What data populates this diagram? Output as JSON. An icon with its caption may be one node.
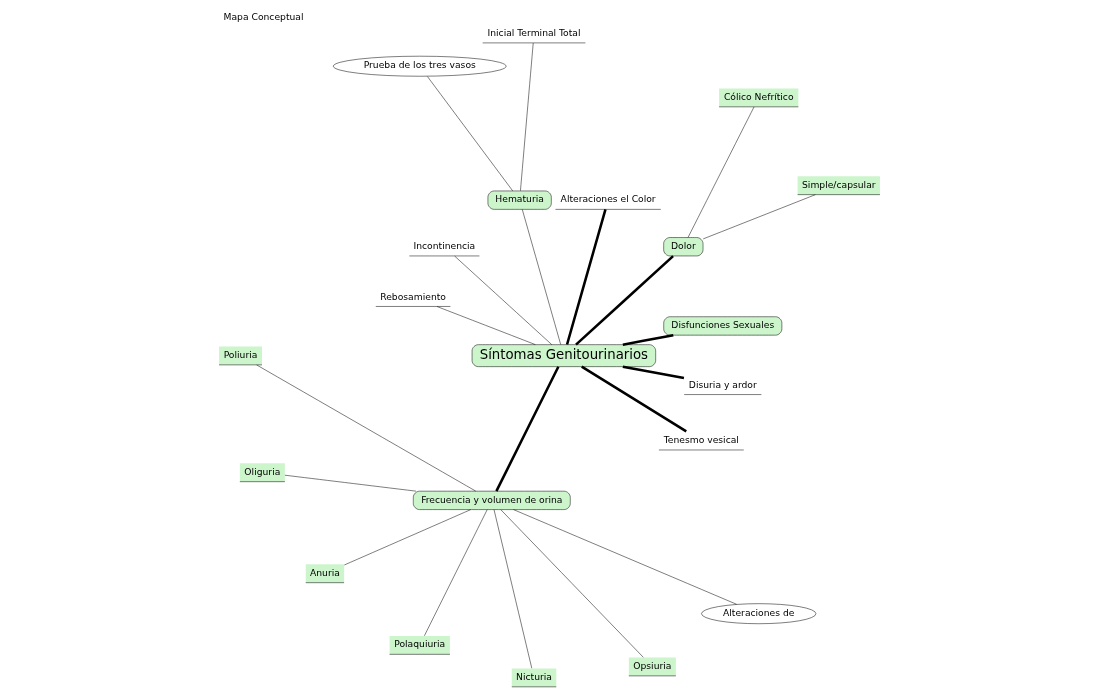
{
  "diagram": {
    "title": "Mapa Conceptual",
    "nodes": [
      {
        "text": [
          "Síntomas Genitourinarios"
        ]
      },
      {
        "text": [
          "Disfunciones Sexuales"
        ]
      },
      {
        "text": [
          "Dolor"
        ]
      },
      {
        "text": [
          "Simple/capsular"
        ]
      },
      {
        "text": [
          "Cólico Nefrítico"
        ]
      },
      {
        "text": [
          "Alteraciones el Color"
        ]
      },
      {
        "text": [
          "Hematuria"
        ]
      },
      {
        "text": [
          "Prueba de los tres vasos"
        ]
      },
      {
        "text": [
          "Inicial Terminal Total"
        ]
      },
      {
        "text": [
          "Incontinencia"
        ]
      },
      {
        "text": [
          "Rebosamiento"
        ]
      },
      {
        "text": [
          "Alteraciones de"
        ]
      },
      {
        "text": [
          "Frecuencia y volumen de orina"
        ]
      },
      {
        "text": [
          "Poliuria"
        ]
      },
      {
        "text": [
          "Oliguria"
        ]
      },
      {
        "text": [
          "Anuria"
        ]
      },
      {
        "text": [
          "Polaquiuria"
        ]
      },
      {
        "text": [
          "Nicturia"
        ]
      },
      {
        "text": [
          "Opsiuria"
        ]
      },
      {
        "text": [
          "Tenesmo vesical"
        ]
      },
      {
        "text": [
          "Disuria y ardor"
        ]
      }
    ],
    "edges": [
      {
        "from": 0,
        "to": 1,
        "arrow": "none",
        "style": "thick"
      },
      {
        "from": 0,
        "to": 2,
        "arrow": "none",
        "style": "thick"
      },
      {
        "from": 2,
        "to": 3,
        "arrow": "none"
      },
      {
        "from": 2,
        "to": 4,
        "arrow": "none"
      },
      {
        "from": 0,
        "to": 5,
        "arrow": "none",
        "style": "thick"
      },
      {
        "from": 0,
        "to": 6,
        "arrow": "none"
      },
      {
        "from": 7,
        "to": 6,
        "arrow": "none"
      },
      {
        "from": 6,
        "to": 8,
        "arrow": "none"
      },
      {
        "from": 0,
        "to": 9,
        "arrow": "none"
      },
      {
        "from": 0,
        "to": 10,
        "arrow": "none"
      },
      {
        "from": 11,
        "to": 12,
        "arrow": "none"
      },
      {
        "from": 0,
        "to": 12,
        "arrow": "none",
        "style": "thick"
      },
      {
        "from": 12,
        "to": 13,
        "arrow": "none"
      },
      {
        "from": 12,
        "to": 14,
        "arrow": "none"
      },
      {
        "from": 12,
        "to": 15,
        "arrow": "none"
      },
      {
        "from": 12,
        "to": 16,
        "arrow": "none"
      },
      {
        "from": 12,
        "to": 17,
        "arrow": "none"
      },
      {
        "from": 12,
        "to": 18,
        "arrow": "none"
      },
      {
        "from": 0,
        "to": 19,
        "arrow": "none",
        "style": "thick"
      },
      {
        "from": 0,
        "to": 20,
        "arrow": "none",
        "style": "thick"
      }
    ]
  }
}
